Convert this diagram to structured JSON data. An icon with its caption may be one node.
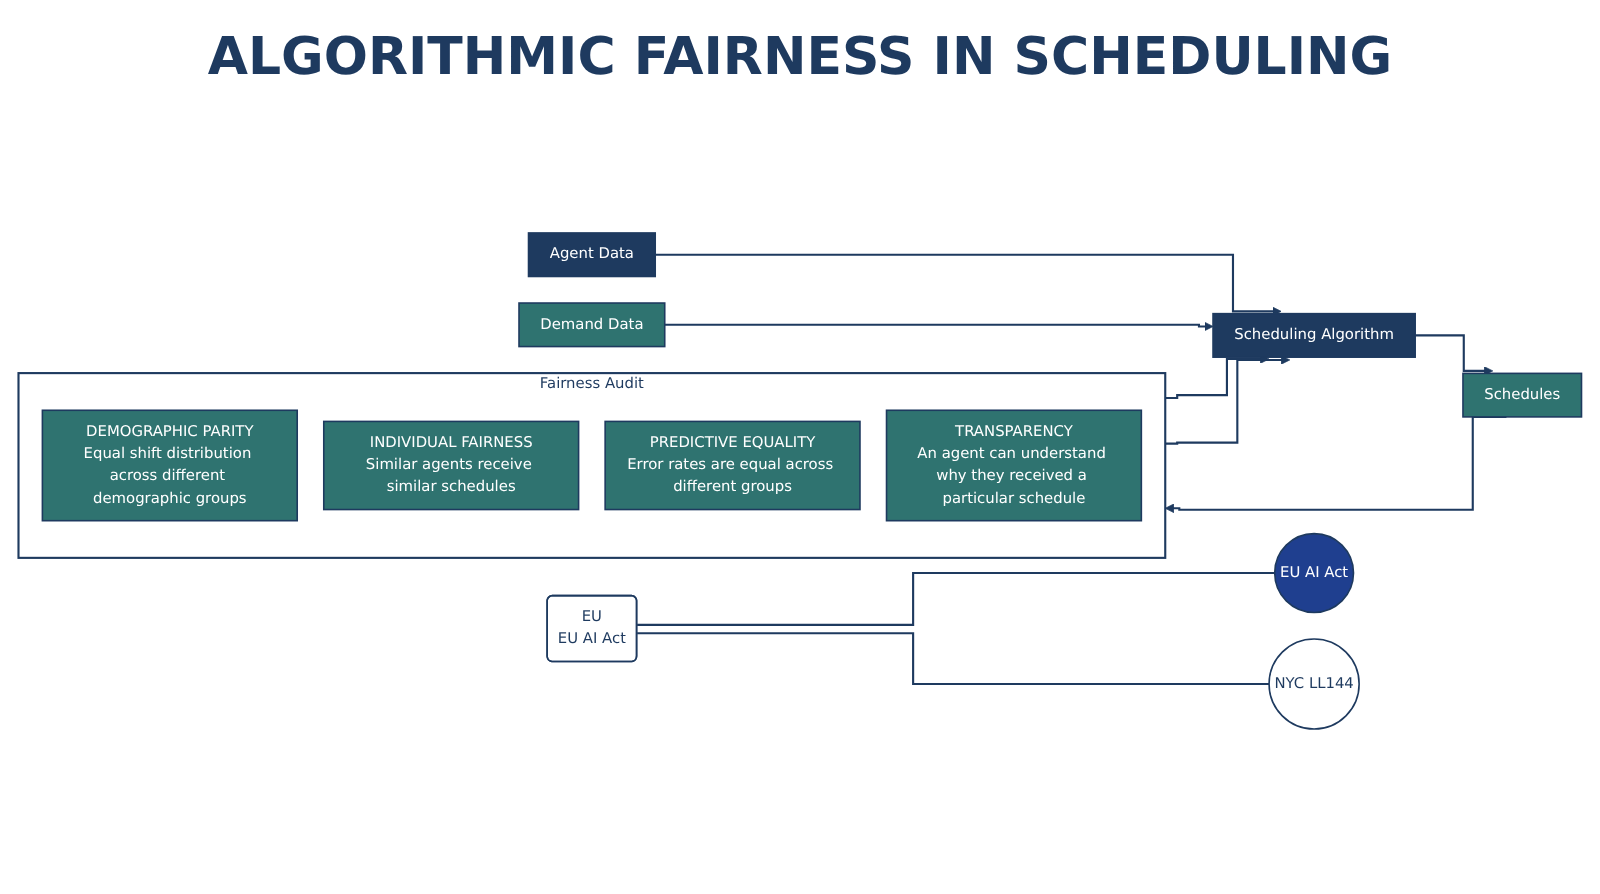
{
  "diagram": {
    "title": "ALGORITHMIC FAIRNESS IN SCHEDULING",
    "nodes": [
      {
        "text": [
          "EU",
          "EU AI Act"
        ]
      },
      {
        "text": [
          "Agent Data"
        ]
      },
      {
        "text": [
          "Demand Data"
        ]
      },
      {
        "text": [
          "Scheduling Algorithm"
        ]
      },
      {
        "text": [
          "Schedules"
        ]
      },
      {
        "text": [
          "Fairness Audit"
        ]
      },
      {
        "text": [
          "DEMOGRAPHIC PARITY",
          "Equal shift distribution across different demographic groups"
        ],
        "in": 5
      },
      {
        "text": [
          "INDIVIDUAL FAIRNESS",
          "Similar agents receive similar schedules"
        ],
        "in": 5
      },
      {
        "text": [
          "PREDICTIVE EQUALITY",
          "Error rates are equal across different groups"
        ],
        "in": 5
      },
      {
        "text": [
          "TRANSPARENCY",
          "An agent can understand why they received a particular schedule"
        ],
        "in": 5
      },
      {
        "text": [
          "EU AI Act"
        ]
      },
      {
        "text": [
          "NYC LL144"
        ]
      }
    ],
    "edges": [
      {
        "from": 1,
        "to": 3,
        "arrow": "to"
      },
      {
        "from": 2,
        "to": 3,
        "arrow": "to"
      },
      {
        "from": 3,
        "to": 4,
        "arrow": "to"
      },
      {
        "from": 4,
        "to": 5,
        "arrow": "to"
      },
      {
        "from": 5,
        "to": 3,
        "arrow": "to"
      },
      {
        "from": 5,
        "to": 3,
        "arrow": "to"
      },
      {
        "from": 0,
        "to": 10,
        "arrow": "none"
      },
      {
        "from": 0,
        "to": 11,
        "arrow": "none"
      }
    ]
  }
}
